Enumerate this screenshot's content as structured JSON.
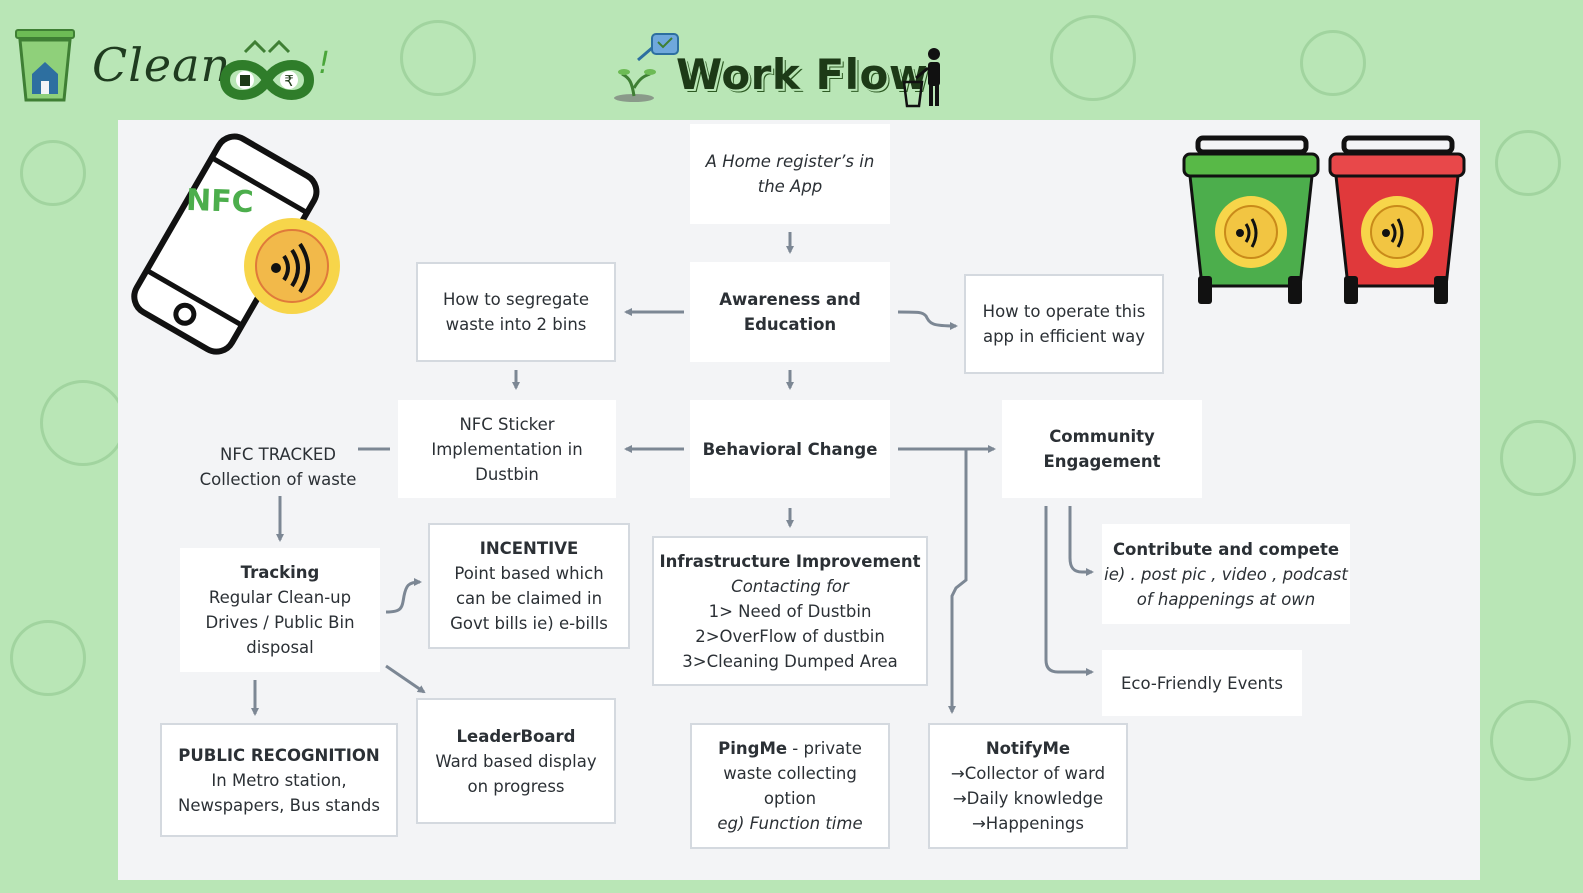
{
  "header": {
    "logo_text": "Clean",
    "logo_exclaim": "!",
    "logo_symbol": "₹",
    "title": "Work Flow"
  },
  "phone": {
    "nfc_label": "NFC"
  },
  "colors": {
    "background": "#b9e6b6",
    "panel": "#f3f4f6",
    "arrow": "#7c8794",
    "bin_green": "#4cae4c",
    "bin_red": "#e0393b",
    "badge": "#f2c542"
  },
  "icons": [
    "recycle-bin-logo-icon",
    "infinity-rupee-icon",
    "watering-can-icon",
    "person-dustbin-icon",
    "nfc-phone-icon",
    "green-bin-icon",
    "red-bin-icon"
  ],
  "nodes": {
    "home_register": [
      "A Home register’s in",
      "the App"
    ],
    "awareness": [
      "Awareness and",
      "Education"
    ],
    "segregate": [
      "How to segregate",
      "waste into 2 bins"
    ],
    "operate_app": [
      "How to operate this",
      "app in efficient way"
    ],
    "behavioral": "Behavioral Change",
    "nfc_sticker": [
      "NFC Sticker",
      "Implementation in",
      "Dustbin"
    ],
    "nfc_tracked": [
      "NFC TRACKED",
      "Collection of waste"
    ],
    "community": [
      "Community",
      "Engagement"
    ],
    "tracking": {
      "title": "Tracking",
      "lines": [
        "Regular Clean-up",
        "Drives / Public Bin",
        "disposal"
      ]
    },
    "incentive": {
      "title": "INCENTIVE",
      "lines": [
        "Point based which",
        "can be claimed in",
        "Govt bills ie) e-bills"
      ]
    },
    "infrastructure": {
      "title": "Infrastructure Improvement",
      "subtitle": "Contacting for",
      "lines": [
        "1> Need of Dustbin",
        "2>OverFlow of dustbin",
        "3>Cleaning Dumped Area"
      ]
    },
    "contribute": {
      "title": "Contribute and compete",
      "lines": [
        "ie) . post pic , video , podcast",
        "of happenings at own"
      ]
    },
    "eco_events": "Eco-Friendly Events",
    "public_recognition": {
      "title": "PUBLIC RECOGNITION",
      "lines": [
        "In Metro station,",
        "Newspapers, Bus stands"
      ]
    },
    "leaderboard": {
      "title": "LeaderBoard",
      "lines": [
        "Ward based display",
        "on progress"
      ]
    },
    "pingme": {
      "title": "PingMe",
      "title_suffix": " - private",
      "lines": [
        "waste collecting",
        "option"
      ],
      "note": "eg) Function time"
    },
    "notifyme": {
      "title": "NotifyMe",
      "lines": [
        "→Collector of ward",
        "→Daily knowledge",
        "→Happenings"
      ]
    }
  }
}
